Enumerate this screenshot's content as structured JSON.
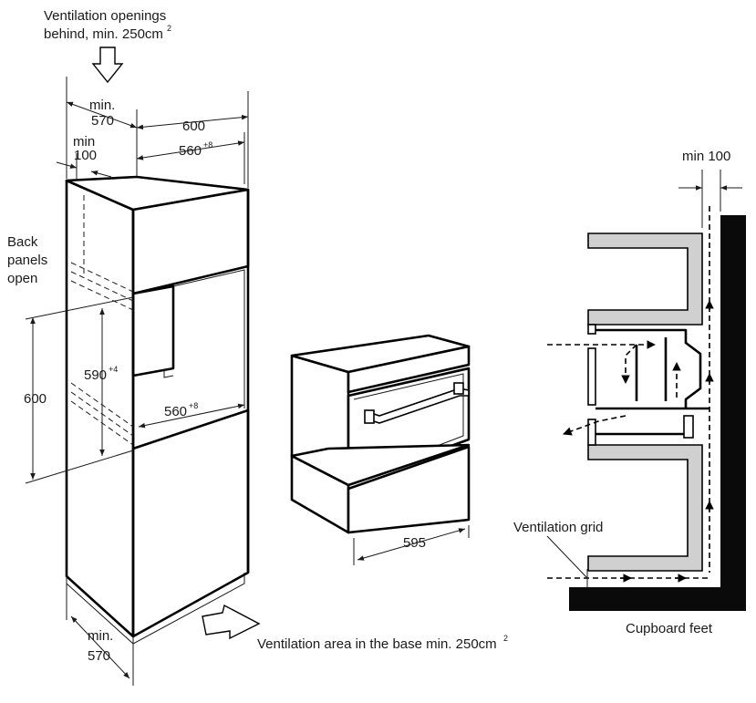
{
  "labels": {
    "vent_top_line1": "Ventilation openings",
    "vent_top_line2": "behind, min. 250cm",
    "vent_top_sup": "2",
    "min_top": "min.",
    "v570_top": "570",
    "v600_top": "600",
    "min100_left": "min",
    "v100_left": "100",
    "v560_top": "560",
    "sup_plus8_a": "+8",
    "back_line1": "Back",
    "back_line2": "panels",
    "back_line3": "open",
    "v590": "590",
    "sup_plus4": "+4",
    "v600_left": "600",
    "v560_mid": "560",
    "sup_plus8_b": "+8",
    "min_bottom": "min.",
    "v570_bottom": "570",
    "vent_base": "Ventilation area in the base min. 250cm",
    "vent_base_sup": "2",
    "v595": "595",
    "min100_right": "min 100",
    "ventilation_grid": "Ventilation grid",
    "cupboard_feet": "Cupboard feet"
  },
  "icons": [
    "arrow-down-icon",
    "arrow-right-icon",
    "dimension-arrow-icon"
  ],
  "colors": {
    "stroke": "#000000",
    "panel_fill": "#d0d0d0",
    "background": "#ffffff"
  }
}
